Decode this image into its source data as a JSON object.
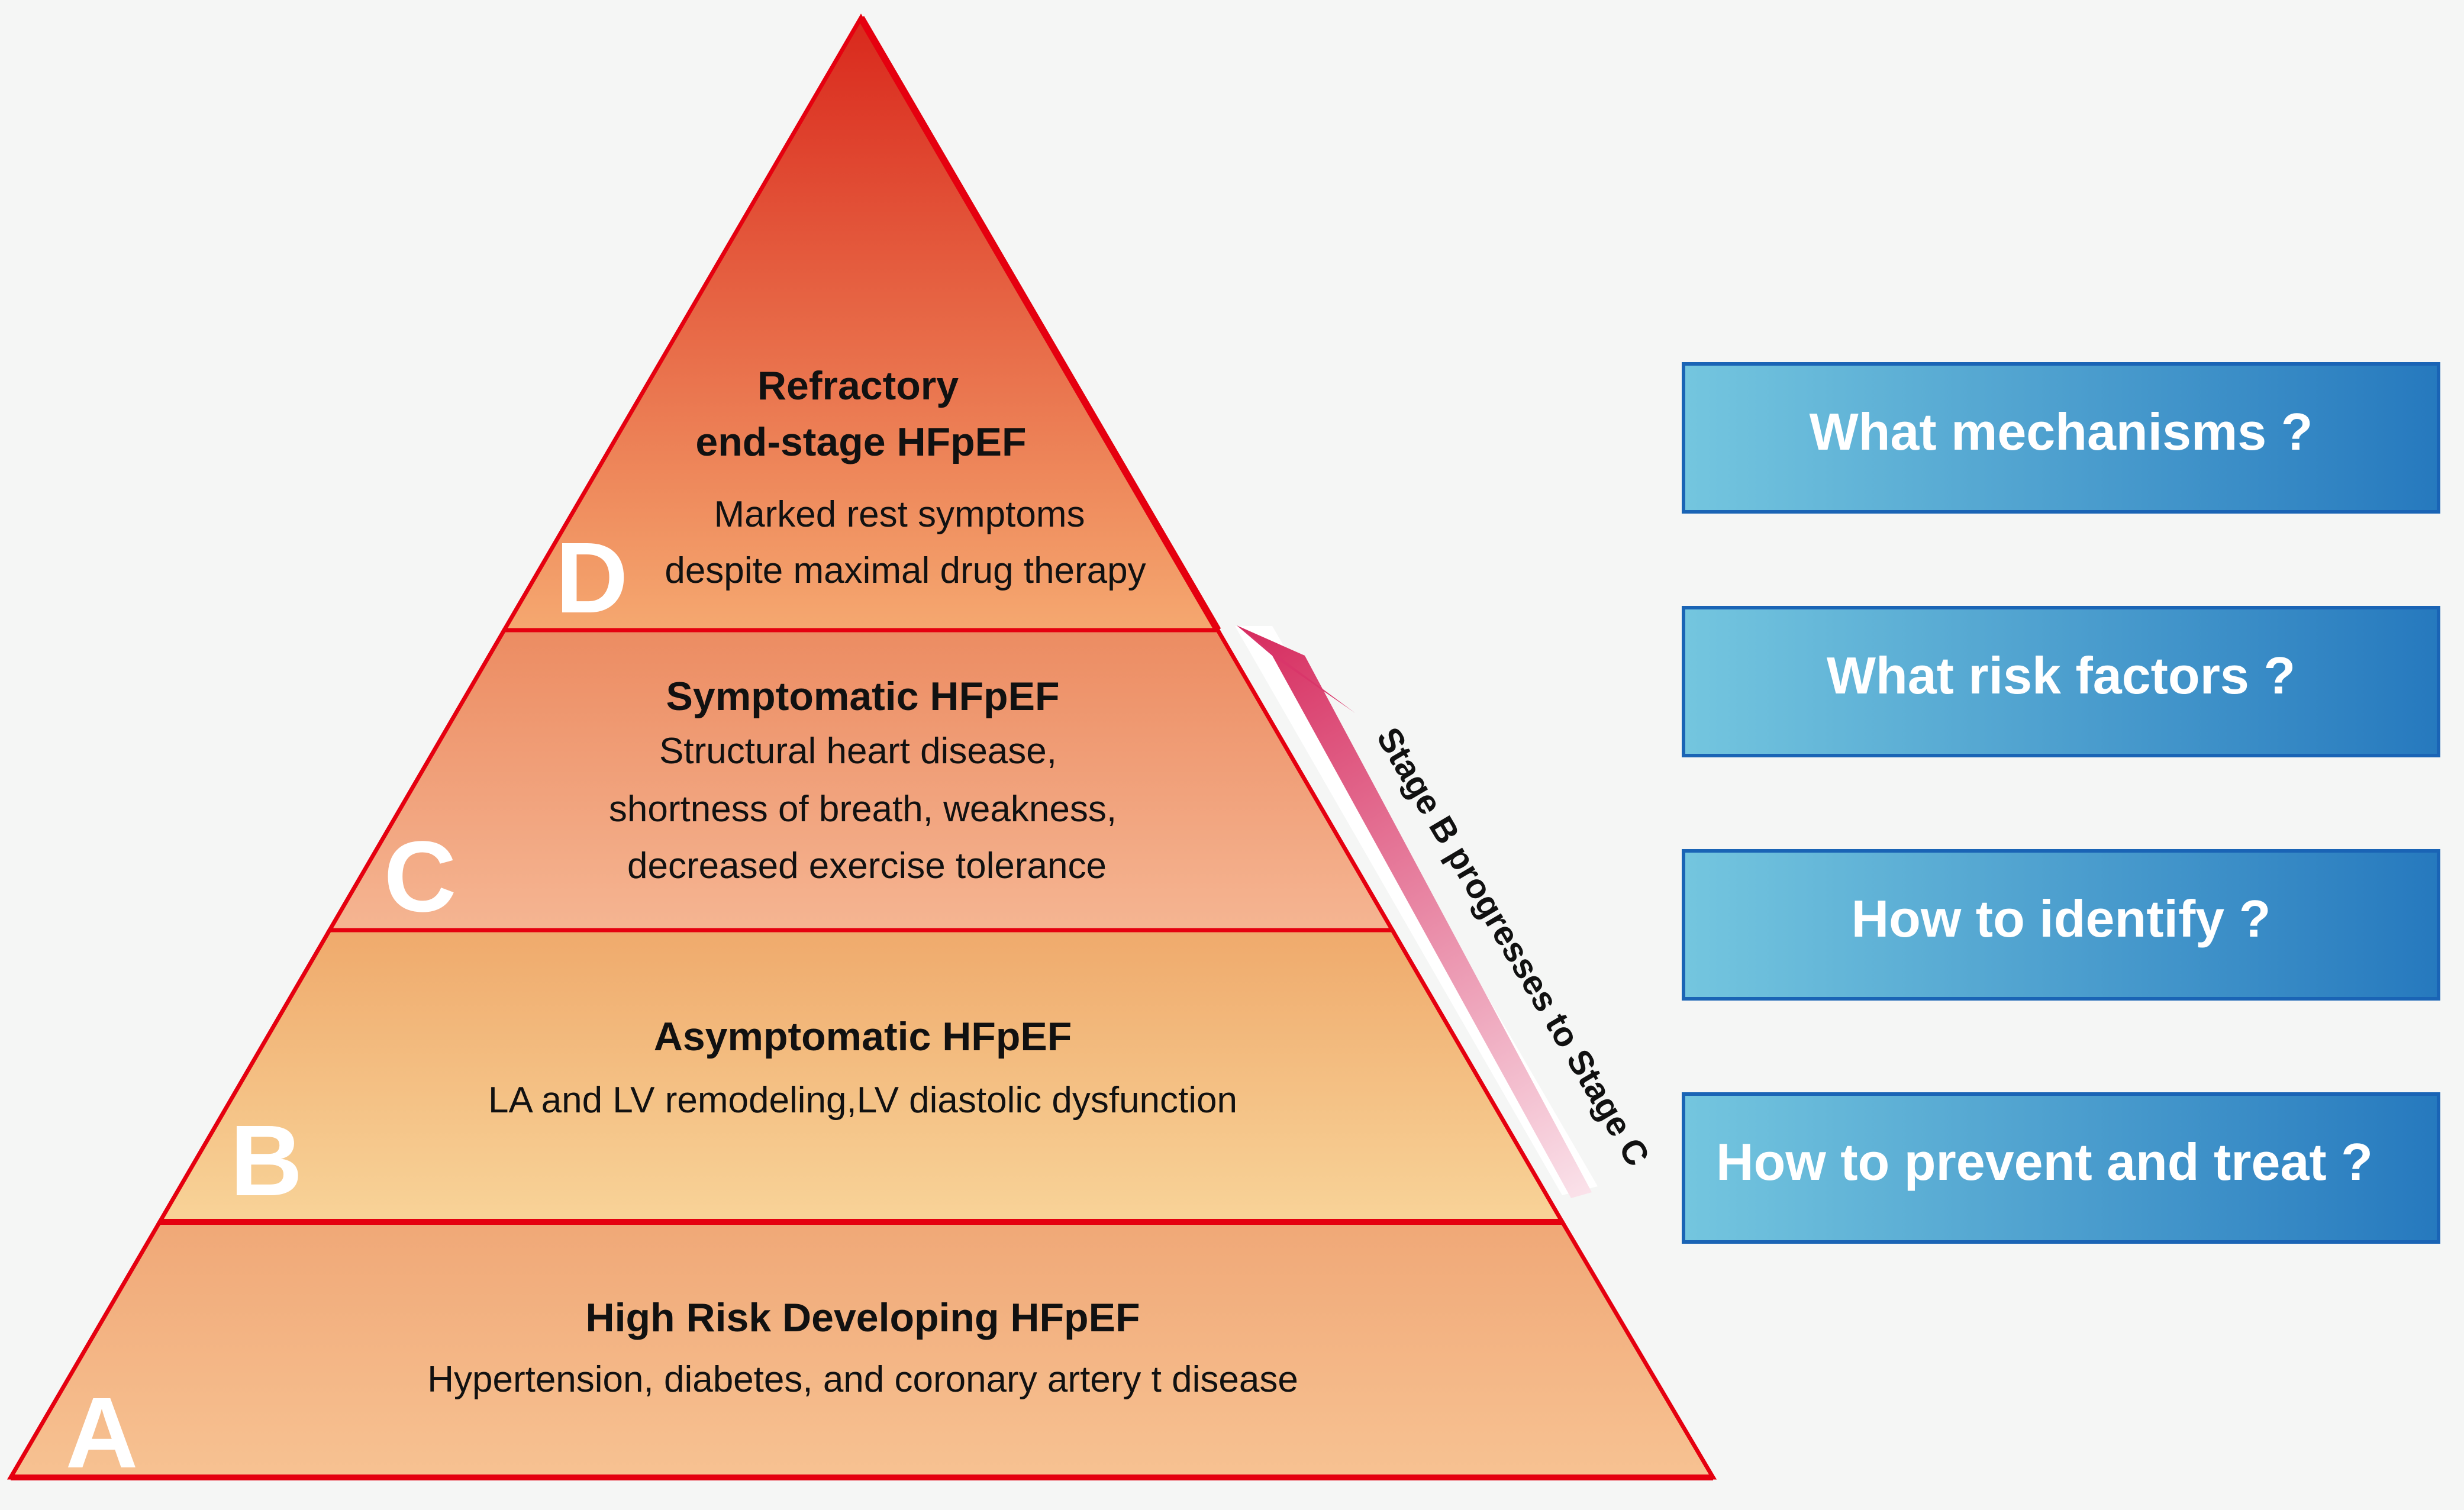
{
  "pyramid": {
    "stages": [
      {
        "letter": "D",
        "title_lines": [
          "Refractory",
          "end-stage HFpEF"
        ],
        "desc_lines": [
          "Marked rest symptoms",
          "despite maximal drug therapy"
        ],
        "gradient": [
          "#d9281c",
          "#f5a870"
        ]
      },
      {
        "letter": "C",
        "title_lines": [
          "Symptomatic HFpEF"
        ],
        "desc_lines": [
          "Structural heart disease,",
          "shortness of breath, weakness,",
          "decreased exercise tolerance"
        ],
        "gradient": [
          "#ec8c62",
          "#f5b592"
        ]
      },
      {
        "letter": "B",
        "title_lines": [
          "Asymptomatic HFpEF"
        ],
        "desc_lines": [
          "LA and LV remodeling,LV diastolic dysfunction"
        ],
        "gradient": [
          "#efaa6c",
          "#f8d398"
        ]
      },
      {
        "letter": "A",
        "title_lines": [
          "High Risk Developing HFpEF"
        ],
        "desc_lines": [
          "Hypertension, diabetes, and coronary artery t disease"
        ],
        "gradient": [
          "#f0a877",
          "#f7c292"
        ]
      }
    ],
    "outline_color": "#e5000f"
  },
  "progress_arrow": {
    "label": "Stage B progresses to Stage C",
    "gradient": [
      "#d62b5e",
      "#fbe3ea"
    ]
  },
  "questions": [
    {
      "label": "What mechanisms ?"
    },
    {
      "label": "What risk factors ?"
    },
    {
      "label": "How to identify ?"
    },
    {
      "label": "How to prevent and treat ?"
    }
  ],
  "question_gradient": [
    "#74c6df",
    "#2679be"
  ],
  "question_border": "#1a64b5"
}
